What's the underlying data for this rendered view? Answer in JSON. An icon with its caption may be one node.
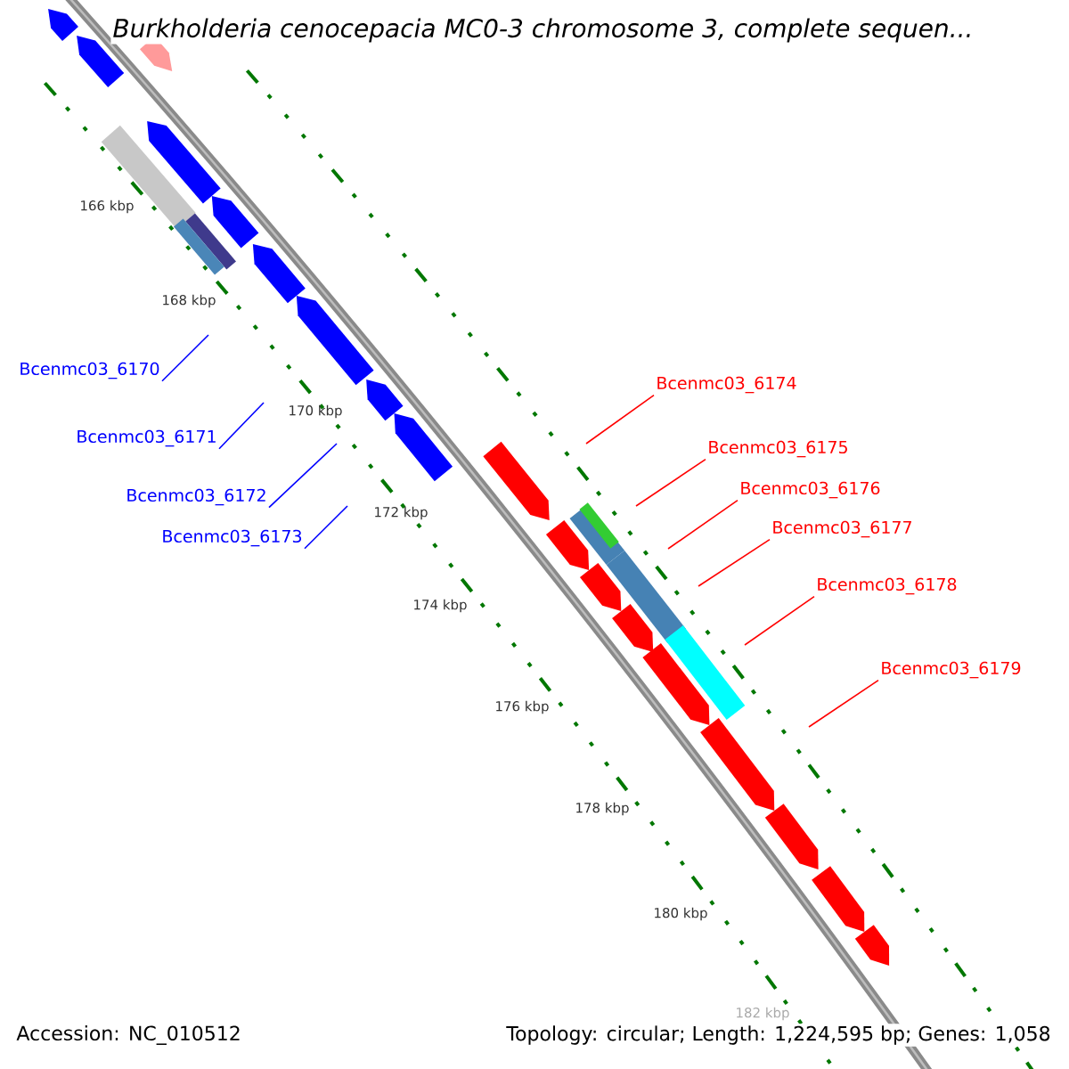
{
  "diagram": {
    "title": "Burkholderia cenocepacia MC0-3 chromosome 3, complete sequen...",
    "nodes": [
      {
        "text": [
          "Bcenmc03_6170"
        ]
      },
      {
        "text": [
          "Bcenmc03_6171"
        ]
      },
      {
        "text": [
          "Bcenmc03_6172"
        ]
      },
      {
        "text": [
          "Bcenmc03_6173"
        ]
      },
      {
        "text": [
          "Bcenmc03_6174"
        ]
      },
      {
        "text": [
          "Bcenmc03_6175"
        ]
      },
      {
        "text": [
          "Bcenmc03_6176"
        ]
      },
      {
        "text": [
          "Bcenmc03_6177"
        ]
      },
      {
        "text": [
          "Bcenmc03_6178"
        ]
      },
      {
        "text": [
          "Bcenmc03_6179"
        ]
      }
    ],
    "edges": [
      {
        "from": 0,
        "to": null,
        "arrow": "none",
        "color": "#0000ff"
      },
      {
        "from": 1,
        "to": null,
        "arrow": "none",
        "color": "#0000ff"
      },
      {
        "from": 2,
        "to": null,
        "arrow": "none",
        "color": "#0000ff"
      },
      {
        "from": 3,
        "to": null,
        "arrow": "none",
        "color": "#0000ff"
      },
      {
        "from": 4,
        "to": null,
        "arrow": "none"
      },
      {
        "from": 5,
        "to": null,
        "arrow": "none"
      },
      {
        "from": 6,
        "to": null,
        "arrow": "none"
      },
      {
        "from": 7,
        "to": null,
        "arrow": "none"
      },
      {
        "from": 8,
        "to": null,
        "arrow": "none"
      },
      {
        "from": 9,
        "to": null,
        "arrow": "none"
      }
    ],
    "labels": [
      "166 kbp",
      "168 kbp",
      "170 kbp",
      "172 kbp",
      "174 kbp",
      "176 kbp",
      "178 kbp",
      "180 kbp",
      "182 kbp",
      "Accession: NC_010512",
      "Topology: circular; Length: 1,224,595 bp; Genes: 1,058"
    ]
  }
}
